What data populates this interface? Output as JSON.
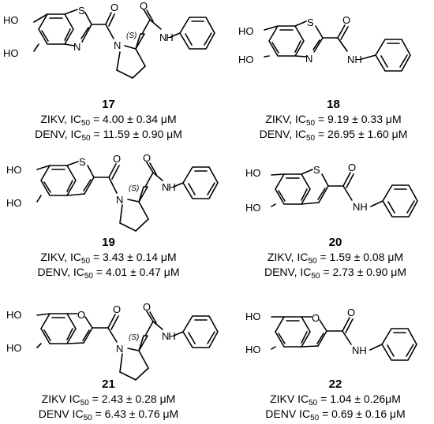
{
  "compounds": [
    {
      "number": "17",
      "zikv": {
        "prefix": "ZIKV, IC",
        "sub": "50",
        "value": " = 4.00 ± 0.34 μM"
      },
      "denv": {
        "prefix": "DENV, IC",
        "sub": "50",
        "value": " = 11.59 ± 0.90 μM"
      }
    },
    {
      "number": "18",
      "zikv": {
        "prefix": "ZIKV, IC",
        "sub": "50",
        "value": " = 9.19 ± 0.33 μM"
      },
      "denv": {
        "prefix": "DENV, IC",
        "sub": "50",
        "value": " = 26.95 ± 1.60 μM"
      }
    },
    {
      "number": "19",
      "zikv": {
        "prefix": "ZIKV, IC",
        "sub": "50",
        "value": " = 3.43 ± 0.14 μM"
      },
      "denv": {
        "prefix": "DENV, IC",
        "sub": "50",
        "value": " = 4.01 ± 0.47 μM"
      }
    },
    {
      "number": "20",
      "zikv": {
        "prefix": "ZIKV, IC",
        "sub": "50",
        "value": " = 1.59 ± 0.08 μM"
      },
      "denv": {
        "prefix": "DENV, IC",
        "sub": "50",
        "value": " = 2.73 ± 0.90 μM"
      }
    },
    {
      "number": "21",
      "zikv": {
        "prefix": "ZIKV IC",
        "sub": "50",
        "value": " = 2.43 ± 0.28 μM"
      },
      "denv": {
        "prefix": "DENV IC",
        "sub": "50",
        "value": " = 6.43 ± 0.76 μM"
      }
    },
    {
      "number": "22",
      "zikv": {
        "prefix": "ZIKV IC",
        "sub": "50",
        "value": " = 1.04 ± 0.26μM"
      },
      "denv": {
        "prefix": "DENV IC",
        "sub": "50",
        "value": " = 0.69 ± 0.16 μM"
      }
    }
  ],
  "atom_labels": {
    "ho": "HO",
    "s": "S",
    "o": "O",
    "n": "N",
    "nh": "NH",
    "nh_right": "H",
    "stereo": "(S)"
  }
}
